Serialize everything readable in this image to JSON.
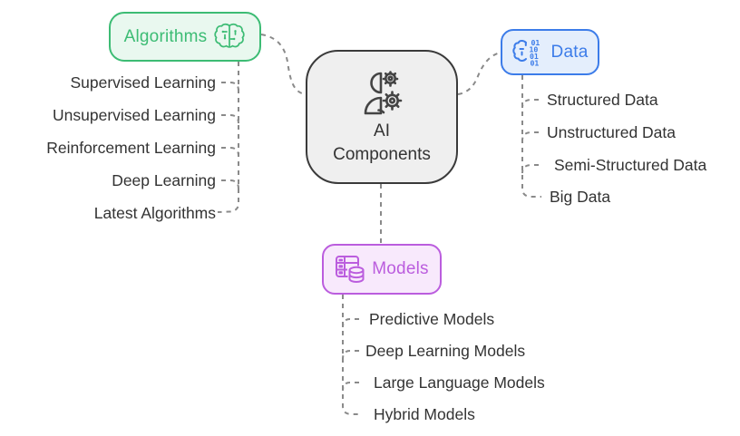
{
  "diagram": {
    "type": "mindmap",
    "connector_style": "dashed",
    "connector_color": "#8a8a8a",
    "leaf_text_color": "#333333",
    "background": "#ffffff"
  },
  "center": {
    "label_lines": [
      "AI",
      "Components"
    ],
    "label_full": "AI Components",
    "icon": "person-gears-icon",
    "bg": "#efefef",
    "border_color": "#3a3a3a",
    "text_color": "#333333"
  },
  "branches": {
    "algorithms": {
      "label": "Algorithms",
      "icon": "brain-circuit-icon",
      "color": "#3cbc74",
      "bg": "#e9f8ef",
      "items": [
        "Supervised Learning",
        "Unsupervised Learning",
        "Reinforcement Learning",
        "Deep Learning",
        "Latest Algorithms"
      ]
    },
    "data": {
      "label": "Data",
      "icon": "binary-brain-icon",
      "color": "#3c7ce9",
      "bg": "#e4eefc",
      "items": [
        "Structured Data",
        "Unstructured Data",
        "Semi-Structured Data",
        "Big Data"
      ]
    },
    "models": {
      "label": "Models",
      "icon": "table-database-icon",
      "color": "#bb5dde",
      "bg": "#f8e9fc",
      "items": [
        "Predictive Models",
        "Deep Learning Models",
        "Large Language Models",
        "Hybrid Models"
      ]
    }
  }
}
